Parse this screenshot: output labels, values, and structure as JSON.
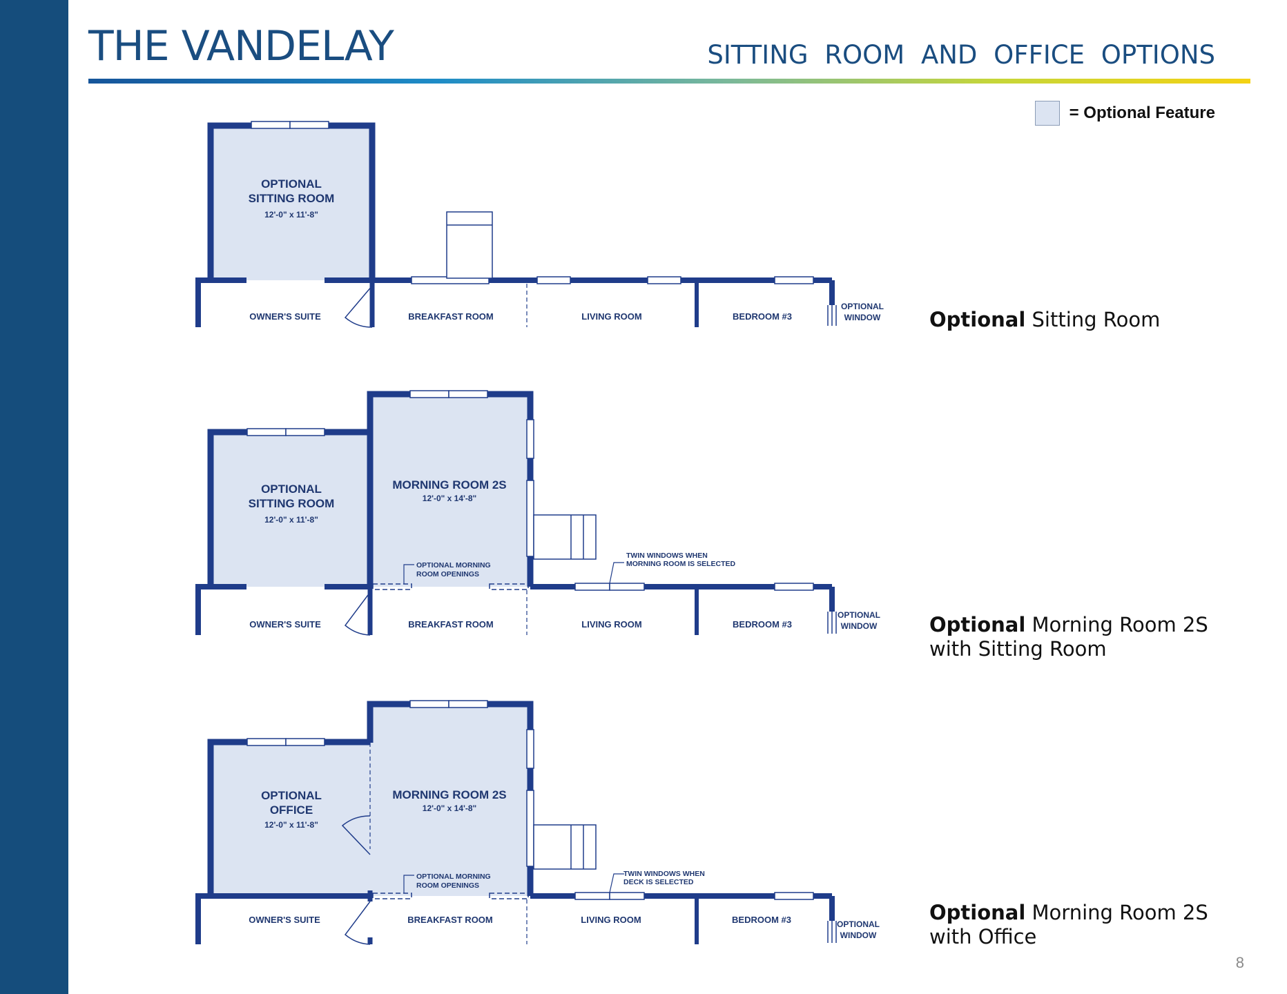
{
  "header": {
    "title": "THE VANDELAY",
    "subtitle": "SITTING ROOM AND OFFICE OPTIONS"
  },
  "legend": {
    "label": "= Optional Feature",
    "swatch_color": "#dce4f2"
  },
  "colors": {
    "sidebar": "#154d7c",
    "wall": "#1f3c8a",
    "optional_fill": "#dce4f2",
    "title": "#1a4d80"
  },
  "plans": [
    {
      "caption_bold": "Optional",
      "caption_rest": "Sitting Room",
      "caption_line2": "",
      "labels": {
        "optional_room": [
          "OPTIONAL",
          "SITTING ROOM"
        ],
        "optional_room_dim": "12'-0\" x 11'-8\"",
        "owners_suite": "OWNER'S SUITE",
        "breakfast_room": "BREAKFAST ROOM",
        "living_room": "LIVING ROOM",
        "bedroom": "BEDROOM #3",
        "optional_window": [
          "OPTIONAL",
          "WINDOW"
        ]
      }
    },
    {
      "caption_bold": "Optional",
      "caption_rest": "Morning Room 2S",
      "caption_line2": "with Sitting Room",
      "labels": {
        "optional_room": [
          "OPTIONAL",
          "SITTING ROOM"
        ],
        "optional_room_dim": "12'-0\" x 11'-8\"",
        "morning_room": "MORNING ROOM 2S",
        "morning_room_dim": "12'-0\" x 14'-8\"",
        "openings_note": [
          "OPTIONAL MORNING",
          "ROOM OPENINGS"
        ],
        "twin_windows_note": [
          "TWIN WINDOWS WHEN",
          "MORNING ROOM IS SELECTED"
        ],
        "owners_suite": "OWNER'S SUITE",
        "breakfast_room": "BREAKFAST ROOM",
        "living_room": "LIVING ROOM",
        "bedroom": "BEDROOM #3",
        "optional_window": [
          "OPTIONAL",
          "WINDOW"
        ]
      }
    },
    {
      "caption_bold": "Optional",
      "caption_rest": "Morning Room 2S",
      "caption_line2": "with Office",
      "labels": {
        "optional_room": [
          "OPTIONAL",
          "OFFICE"
        ],
        "optional_room_dim": "12'-0\" x 11'-8\"",
        "morning_room": "MORNING ROOM 2S",
        "morning_room_dim": "12'-0\" x 14'-8\"",
        "openings_note": [
          "OPTIONAL MORNING",
          "ROOM OPENINGS"
        ],
        "twin_windows_note": [
          "TWIN WINDOWS WHEN",
          "DECK IS SELECTED"
        ],
        "owners_suite": "OWNER'S SUITE",
        "breakfast_room": "BREAKFAST ROOM",
        "living_room": "LIVING ROOM",
        "bedroom": "BEDROOM #3",
        "optional_window": [
          "OPTIONAL",
          "WINDOW"
        ]
      }
    }
  ],
  "page_number": "8"
}
